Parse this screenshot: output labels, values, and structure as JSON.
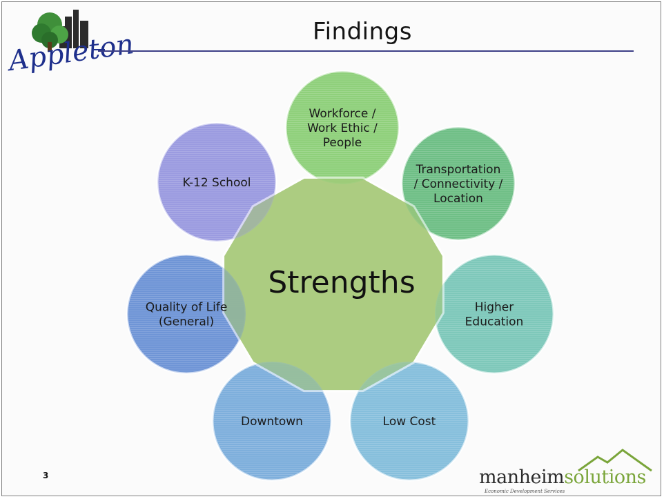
{
  "header": {
    "logo_text": "Appleton",
    "title": "Findings"
  },
  "diagram": {
    "center": "Strengths",
    "nodes": [
      {
        "id": "workforce",
        "lines": [
          "Workforce /",
          "Work Ethic /",
          "People"
        ],
        "color": "#8fd07c"
      },
      {
        "id": "transportation",
        "lines": [
          "Transportation",
          "/ Connectivity /",
          "Location"
        ],
        "color": "#6fbf86"
      },
      {
        "id": "higher-education",
        "lines": [
          "Higher",
          "Education"
        ],
        "color": "#7ec8bb"
      },
      {
        "id": "low-cost",
        "lines": [
          "Low Cost"
        ],
        "color": "#86bfdc"
      },
      {
        "id": "downtown",
        "lines": [
          "Downtown"
        ],
        "color": "#7fafdc"
      },
      {
        "id": "quality-of-life",
        "lines": [
          "Quality of Life",
          "(General)"
        ],
        "color": "#6f95d6"
      },
      {
        "id": "k12-school",
        "lines": [
          "K-12 School"
        ],
        "color": "#9b9be0"
      }
    ]
  },
  "footer": {
    "page_number": "3",
    "brand_main": "manheim",
    "brand_accent": "solutions",
    "brand_tagline": "Economic Development Services"
  }
}
